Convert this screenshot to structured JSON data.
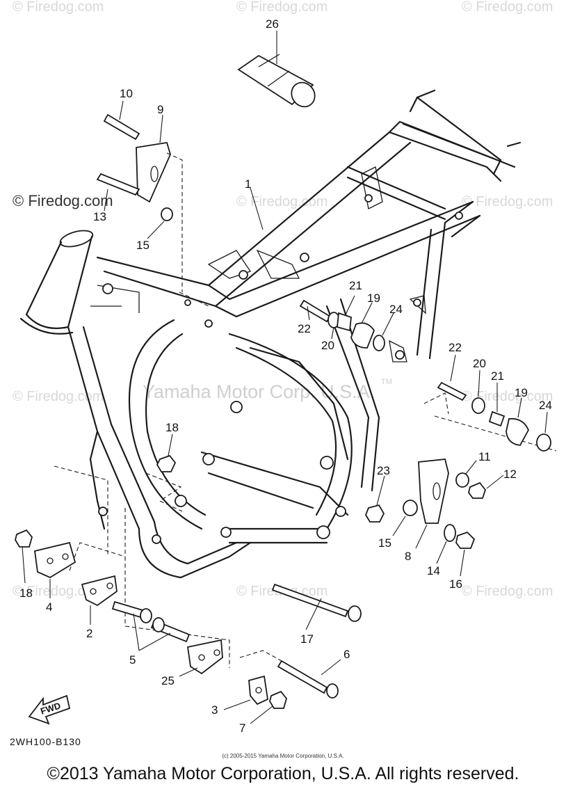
{
  "diagram": {
    "code": "2WH100-B130",
    "fwd_label": "FWD",
    "brand_watermark": "© Firedog.com",
    "center_watermark": "Yamaha Motor Corp. U.S.A.",
    "tm_mark": "TM",
    "faint_watermarks": [
      "© Firedog.com",
      "© Firedog.com",
      "© Firedog.com",
      "© Firedog.com",
      "© Firedog.com",
      "© Firedog.com",
      "© Firedog.com",
      "© Firedog.com",
      "© Firedog.com",
      "© Firedog.com"
    ],
    "callouts": [
      {
        "id": "p26",
        "text": "26"
      },
      {
        "id": "p10",
        "text": "10"
      },
      {
        "id": "p9",
        "text": "9"
      },
      {
        "id": "p1",
        "text": "1"
      },
      {
        "id": "p13",
        "text": "13"
      },
      {
        "id": "p15a",
        "text": "15"
      },
      {
        "id": "p21a",
        "text": "21"
      },
      {
        "id": "p19a",
        "text": "19"
      },
      {
        "id": "p22a",
        "text": "22"
      },
      {
        "id": "p20a",
        "text": "20"
      },
      {
        "id": "p24a",
        "text": "24"
      },
      {
        "id": "p22b",
        "text": "22"
      },
      {
        "id": "p20b",
        "text": "20"
      },
      {
        "id": "p21b",
        "text": "21"
      },
      {
        "id": "p19b",
        "text": "19"
      },
      {
        "id": "p24b",
        "text": "24"
      },
      {
        "id": "p18a",
        "text": "18"
      },
      {
        "id": "p23",
        "text": "23"
      },
      {
        "id": "p11",
        "text": "11"
      },
      {
        "id": "p12",
        "text": "12"
      },
      {
        "id": "p15b",
        "text": "15"
      },
      {
        "id": "p8",
        "text": "8"
      },
      {
        "id": "p14",
        "text": "14"
      },
      {
        "id": "p16",
        "text": "16"
      },
      {
        "id": "p18b",
        "text": "18"
      },
      {
        "id": "p4",
        "text": "4"
      },
      {
        "id": "p2",
        "text": "2"
      },
      {
        "id": "p5",
        "text": "5"
      },
      {
        "id": "p17",
        "text": "17"
      },
      {
        "id": "p6",
        "text": "6"
      },
      {
        "id": "p25",
        "text": "25"
      },
      {
        "id": "p3",
        "text": "3"
      },
      {
        "id": "p7",
        "text": "7"
      }
    ]
  },
  "footer": {
    "small_copyright": "(c) 2005-2015 Yamaha Motor Corporation, U.S.A.",
    "copyright": "©2013 Yamaha Motor Corporation, U.S.A. All rights reserved."
  }
}
